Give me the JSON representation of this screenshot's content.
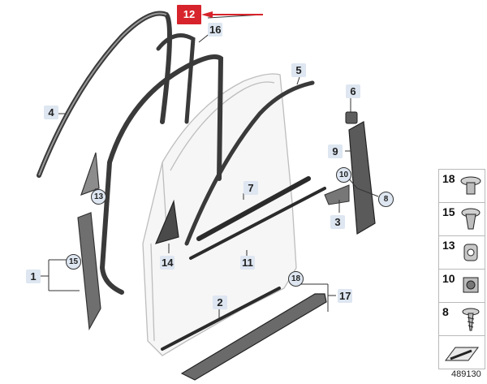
{
  "diagram": {
    "sheet_number": "489130",
    "callouts": {
      "c1": "1",
      "c2": "2",
      "c3": "3",
      "c4": "4",
      "c5": "5",
      "c6": "6",
      "c7": "7",
      "c8": "8",
      "c9": "9",
      "c10": "10",
      "c11": "11",
      "c12": "12",
      "c13": "13",
      "c14": "14",
      "c15": "15",
      "c16": "16",
      "c17": "17",
      "c18": "18"
    },
    "highlight_color": "#d7232b",
    "label_bg": "#dde6f1",
    "legend": [
      {
        "label": "18",
        "icon": "expanding-rivet-icon"
      },
      {
        "label": "15",
        "icon": "push-clip-icon"
      },
      {
        "label": "13",
        "icon": "grommet-clip-icon"
      },
      {
        "label": "10",
        "icon": "spring-nut-icon"
      },
      {
        "label": "8",
        "icon": "screw-icon"
      }
    ],
    "legend_footer_icon": "arrow-symbol-icon"
  }
}
